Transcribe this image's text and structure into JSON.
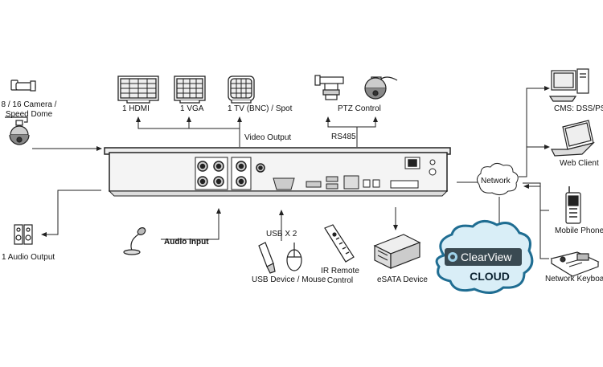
{
  "labels": {
    "camera": "8 / 16 Camera /\nSpeed Dome",
    "hdmi": "1 HDMI",
    "vga": "1 VGA",
    "tv": "1 TV (BNC) / Spot",
    "video_output": "Video Output",
    "ptz_control": "PTZ Control",
    "rs485": "RS485",
    "cms": "CMS: DSS/PSS",
    "web_client": "Web Client",
    "network": "Network",
    "mobile_phone": "Mobile Phone",
    "network_keyboard": "Network Keyboard",
    "audio_output": "1 Audio Output",
    "audio_input": "Audio Input",
    "usb_x2": "USB X 2",
    "usb_device": "USB Device / Mouse",
    "ir_remote": "IR Remote\nControl",
    "esata": "eSATA Device",
    "cloud_brand": "ClearView",
    "cloud_word": "CLOUD"
  },
  "colors": {
    "line": "#222222",
    "cloud_fill": "#d9eef7",
    "cloud_stroke": "#1f6d92",
    "badge": "#3a4a52"
  }
}
